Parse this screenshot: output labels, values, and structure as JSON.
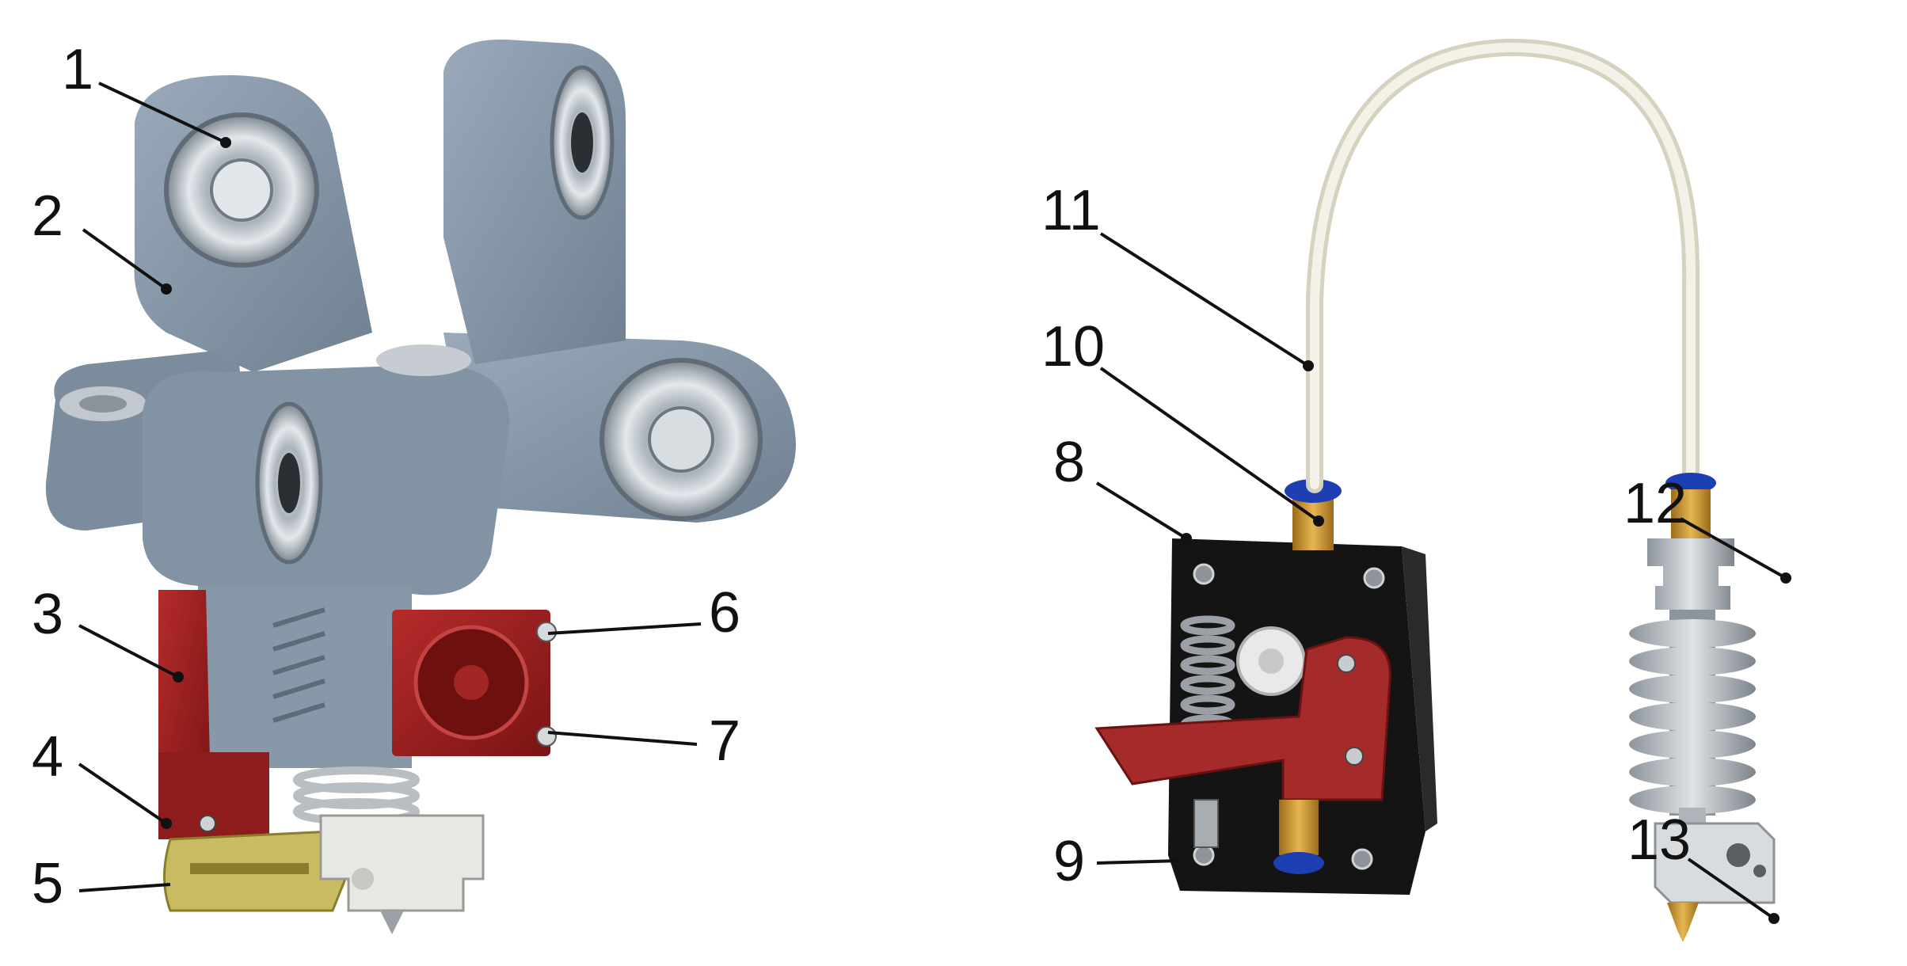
{
  "callouts": [
    {
      "id": "c1",
      "label": "1"
    },
    {
      "id": "c2",
      "label": "2"
    },
    {
      "id": "c3",
      "label": "3"
    },
    {
      "id": "c4",
      "label": "4"
    },
    {
      "id": "c5",
      "label": "5"
    },
    {
      "id": "c6",
      "label": "6"
    },
    {
      "id": "c7",
      "label": "7"
    },
    {
      "id": "c8",
      "label": "8"
    },
    {
      "id": "c9",
      "label": "9"
    },
    {
      "id": "c10",
      "label": "10"
    },
    {
      "id": "c11",
      "label": "11"
    },
    {
      "id": "c12",
      "label": "12"
    },
    {
      "id": "c13",
      "label": "13"
    }
  ],
  "colors": {
    "carriage_gray": "#8596a6",
    "carriage_dark": "#6c7d8d",
    "bearing_silver": "#c9ced3",
    "bracket_red": "#9a1f1f",
    "clip_yellow": "#cdbf6a",
    "block_white": "#e6e6e3",
    "extruder_black": "#141414",
    "brass": "#c9962f",
    "coupling_blue": "#1d3fb3",
    "tube_cream": "#f1efe2",
    "heatsink_gray": "#b8bec5"
  }
}
